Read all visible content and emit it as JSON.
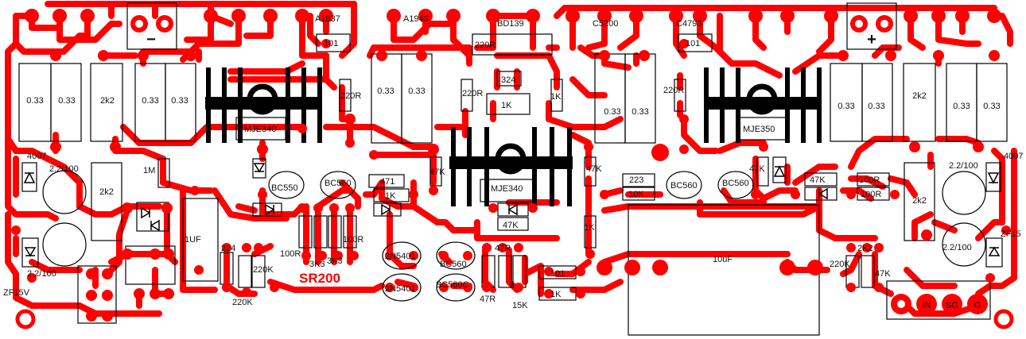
{
  "board": {
    "title": "SR200",
    "colors": {
      "trace": "#ff0000",
      "silk": "#000000",
      "background": "#ffffff"
    }
  },
  "labels": {
    "a1837": "A1837",
    "a1943": "A1943",
    "bd139": "BD139",
    "c5200": "C5200",
    "c4793": "C4793",
    "r101_top_left": "101",
    "r101_top_right": "101",
    "r220r_top": "220R",
    "r220r_left": "220R",
    "r220r_mid": "220R",
    "r220r_right": "220R",
    "res_033_1": "0.33",
    "res_033_2": "0.33",
    "res_2k2_left": "2k2",
    "res_033_3": "0.33",
    "res_033_4": "0.33",
    "res_033_5": "0.33",
    "res_033_6": "0.33",
    "res_033_7": "0.33",
    "res_033_8": "0.33",
    "res_033_9": "0.33",
    "res_033_10": "0.33",
    "res_2k2_right": "2k2",
    "res_033_11": "0.33",
    "res_033_12": "0.33",
    "c324": "324",
    "r1k_center": "1K",
    "r1k_right": "1K",
    "mje340_left": "MJE340",
    "mje350": "MJE350",
    "mje340_center": "MJE340",
    "d4007_left": "4007",
    "d4007_right": "4007",
    "cap22_100_a": "2.2/100",
    "cap22_100_b": "2.2/100",
    "cap22_100_c": "2.2/100",
    "cap22_100_d": "2.2/100",
    "r1m": "1M",
    "r2k2_mid_left": "2k2",
    "r2k2_mid_right": "2k2",
    "bc550": "BC550",
    "bc560_a": "BC560",
    "bc560_b": "BC560",
    "bc560_c": "BC560",
    "r471": "471",
    "r1k_mid": "1K",
    "r47k_a": "47K",
    "r47k_b": "47K",
    "r47k_c": "47K",
    "r47k_d": "47K",
    "r47k_e": "47K",
    "r47k_f": "47K",
    "c223": "223",
    "r10k": "10K",
    "r100r_a": "100R",
    "r100r_b": "100R",
    "r100r_c": "100R",
    "r100r_d": "100R",
    "r3k3_a": "3K3",
    "r3k3_b": "3K3",
    "cap1uf": "1UF",
    "c224": "224",
    "r220k_a": "220K",
    "r220k_b": "220K",
    "r220k_c": "220K",
    "r2k2_low": "2K2",
    "r47r": "47R",
    "r47r_b": "47R",
    "r15k": "15K",
    "r101_low": "101",
    "r1k_low": "1K",
    "r1k_vert": "1K",
    "cap10uf": "10uF",
    "zf15v_left": "ZF15V",
    "zf15_right": "ZF15",
    "q2n5401_a": "2N5401",
    "q2n5401_b": "2N5401",
    "bc560c": "BC560C",
    "minus": "−",
    "plus": "+",
    "in": "IN",
    "sg": "SG",
    "g": "G"
  }
}
